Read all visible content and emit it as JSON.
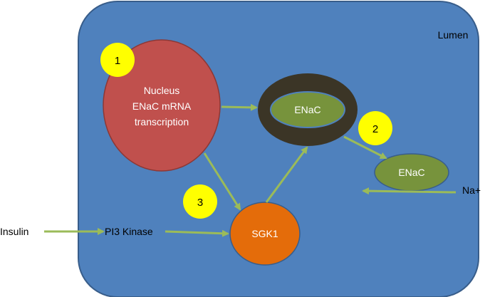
{
  "labels": {
    "lumen": "Lumen",
    "nucleus_line1": "Nucleus",
    "nucleus_line2": "ENaC mRNA",
    "nucleus_line3": "transcription",
    "enac_inner": "ENaC",
    "enac_membrane": "ENaC",
    "sgk1": "SGK1",
    "pi3k": "PI3 Kinase",
    "insulin": "Insulin",
    "sodium": "Na+"
  },
  "markers": {
    "step1": "1",
    "step2": "2",
    "step3": "3"
  },
  "colors": {
    "cell_fill": "#4f81bd",
    "cell_stroke": "#385d8a",
    "nucleus_fill": "#c0504d",
    "vesicle_ring": "#3b3526",
    "enac_fill": "#77933c",
    "sgk1_fill": "#e46c0a",
    "marker_fill": "#ffff00",
    "arrow": "#9bbb59"
  }
}
